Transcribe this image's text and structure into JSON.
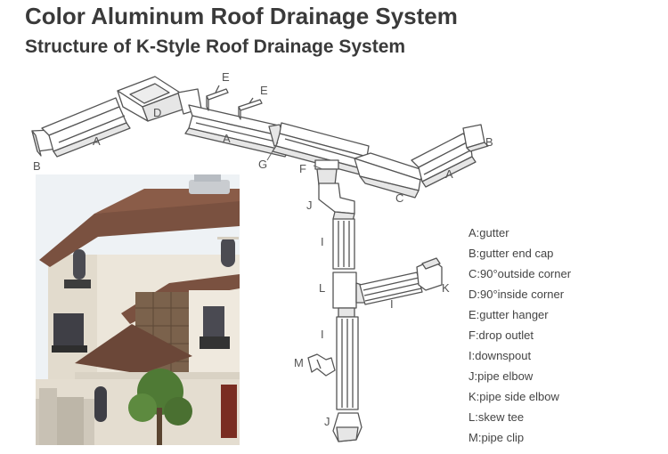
{
  "title": "Color Aluminum Roof Drainage System",
  "subtitle": "Structure of K-Style Roof Drainage System",
  "colors": {
    "line": "#555555",
    "part_fill": "#ffffff",
    "shade": "#e6e6e6",
    "sky": "#eef2f5",
    "wall": "#ece6da",
    "roof": "#7a5140",
    "stone": "#7b624c",
    "tree": "#4f7a35"
  },
  "part_labels": {
    "a": "A",
    "b": "B",
    "c": "C",
    "d": "D",
    "e": "E",
    "f": "F",
    "g": "G",
    "i": "I",
    "j": "J",
    "k": "K",
    "l": "L",
    "m": "M"
  },
  "legend": [
    "A:gutter",
    "B:gutter end cap",
    "C:90°outside corner",
    "D:90°inside corner",
    "E:gutter hanger",
    "F:drop outlet",
    "I:downspout",
    "J:pipe elbow",
    "K:pipe side elbow",
    "L:skew tee",
    "M:pipe clip"
  ]
}
